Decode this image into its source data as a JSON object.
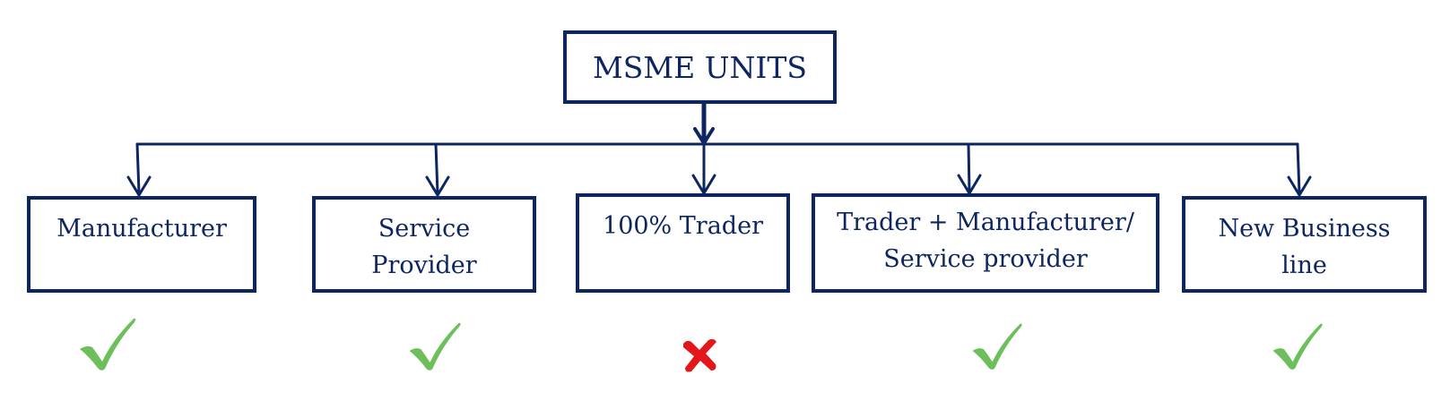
{
  "root": {
    "label": "MSME UNITS"
  },
  "children": [
    {
      "lines": [
        "Manufacturer"
      ],
      "status": "check"
    },
    {
      "lines": [
        "Service",
        "Provider"
      ],
      "status": "check"
    },
    {
      "lines": [
        "100% Trader"
      ],
      "status": "cross"
    },
    {
      "lines": [
        "Trader + Manufacturer/",
        "Service provider"
      ],
      "status": "check"
    },
    {
      "lines": [
        "New Business",
        "line"
      ],
      "status": "check"
    }
  ],
  "colors": {
    "box": "#0d2661",
    "check": "#6cbf5a",
    "cross": "#e3161b"
  }
}
